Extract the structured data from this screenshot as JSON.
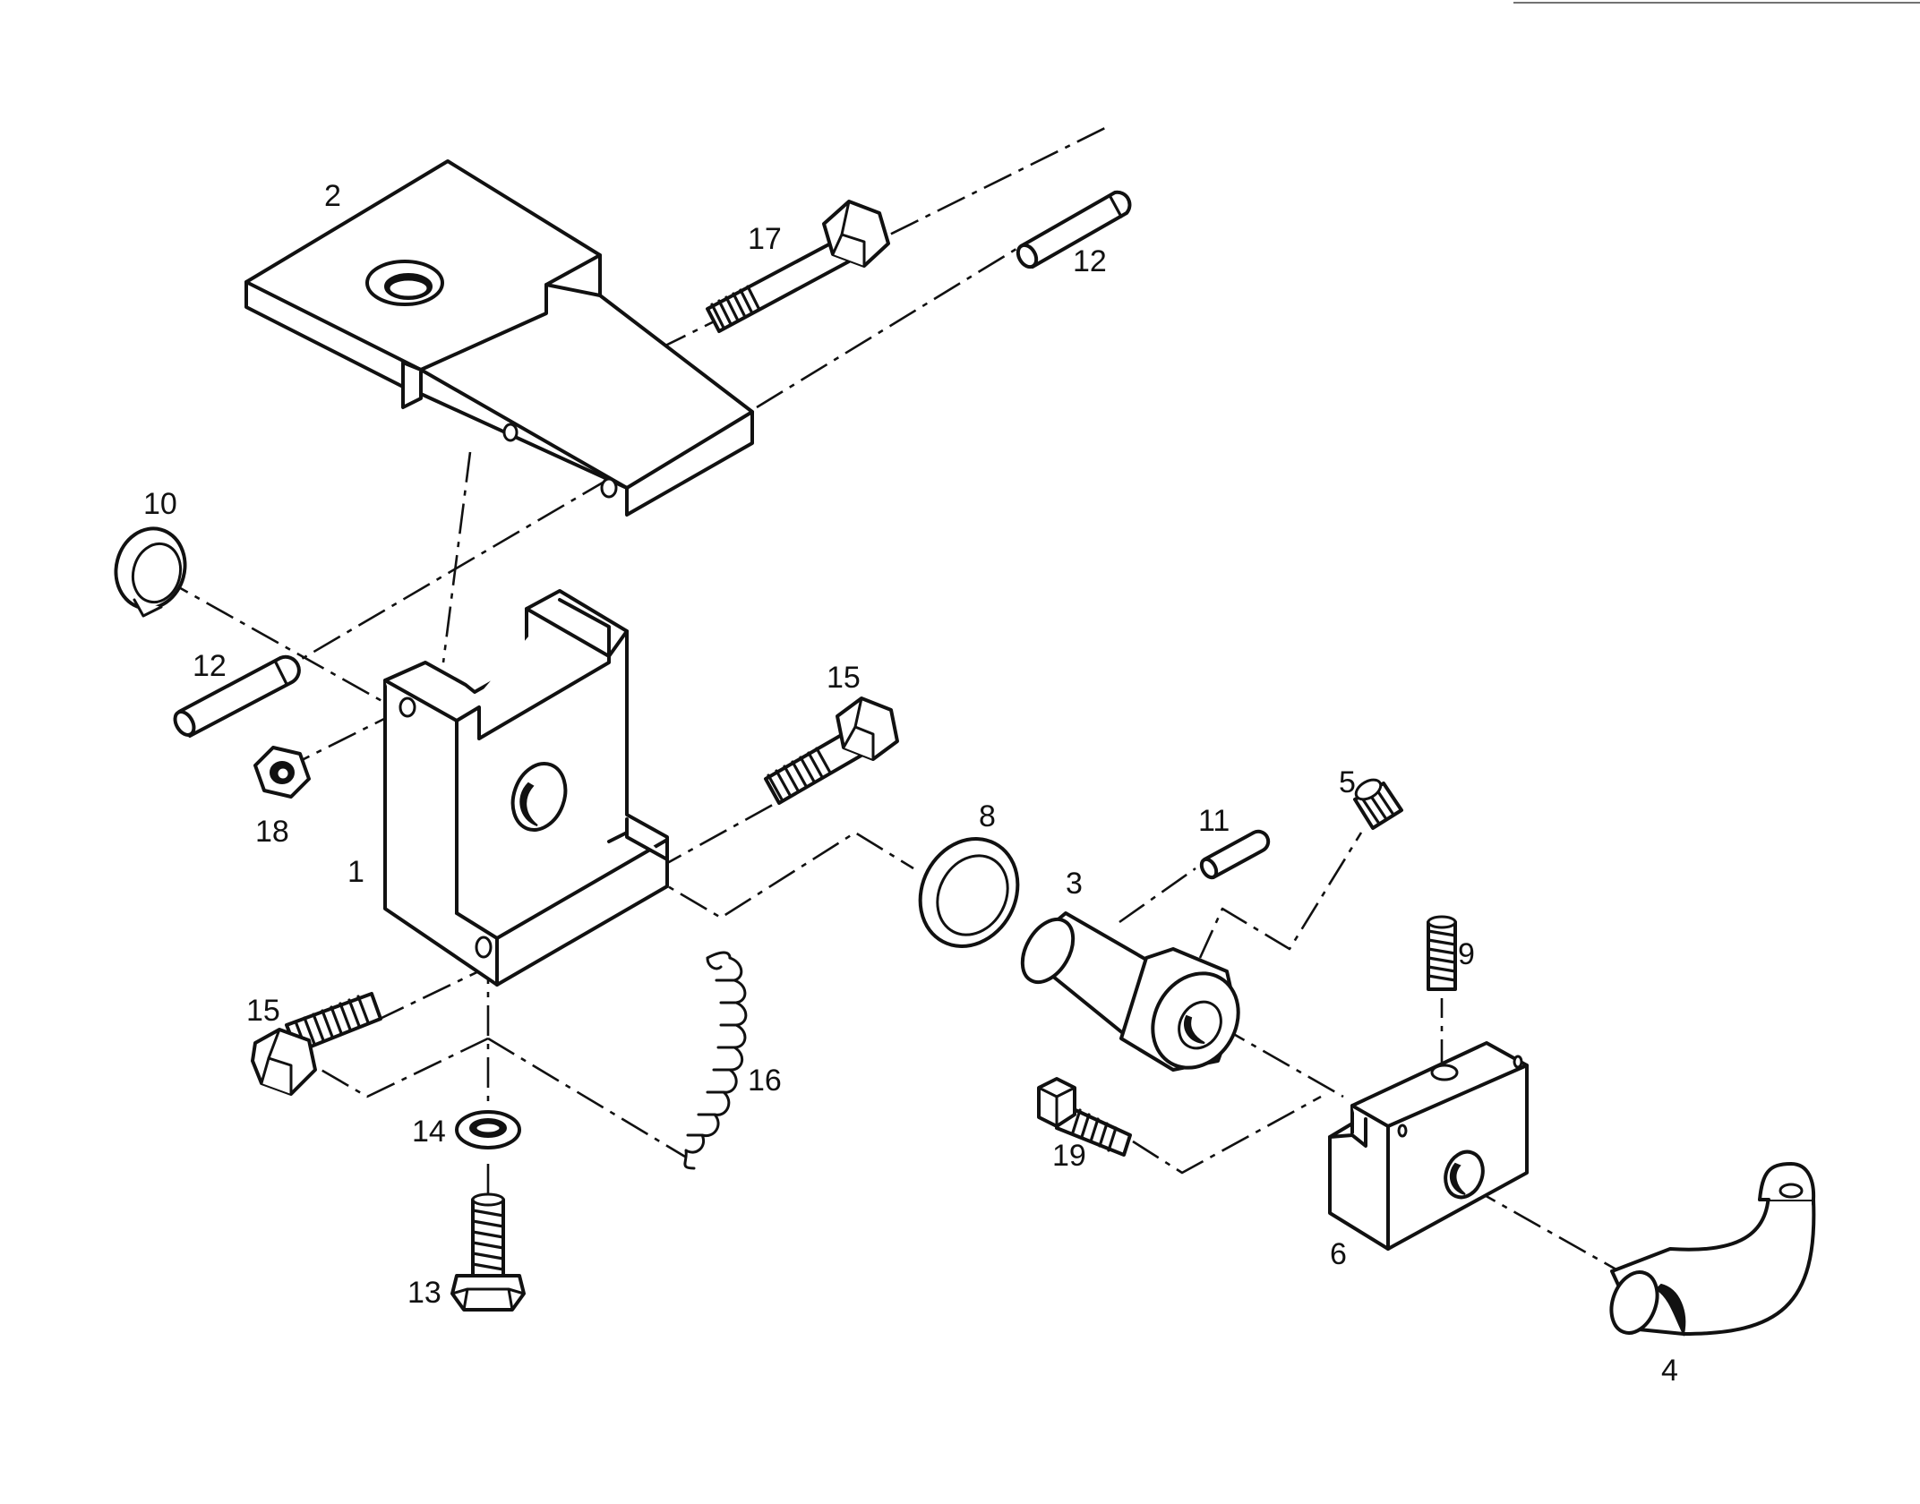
{
  "diagram": {
    "labels": {
      "p1": "1",
      "p2": "2",
      "p3": "3",
      "p4": "4",
      "p5": "5",
      "p6": "6",
      "p8": "8",
      "p9": "9",
      "p10": "10",
      "p11": "11",
      "p12_top": "12",
      "p12_left": "12",
      "p13": "13",
      "p14": "14",
      "p15_top": "15",
      "p15_left": "15",
      "p16": "16",
      "p17": "17",
      "p18": "18",
      "p19": "19"
    },
    "colors": {
      "line": "#111111",
      "background": "#ffffff"
    }
  }
}
